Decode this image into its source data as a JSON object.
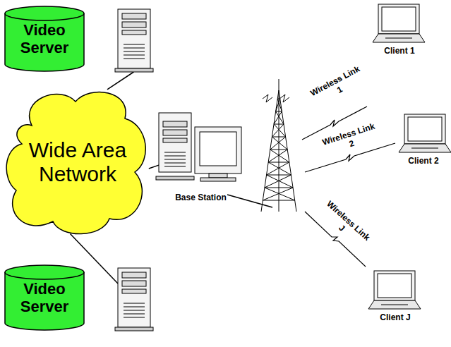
{
  "diagram": {
    "nodes": [
      {
        "text": [
          "Video Server"
        ]
      },
      {
        "text": [
          "Wide Area Network"
        ]
      },
      {
        "text": [
          "Video Server"
        ]
      },
      {
        "text": [
          "Base Station"
        ]
      },
      {
        "text": [
          "Client 1"
        ]
      },
      {
        "text": [
          "Client 2"
        ]
      },
      {
        "text": [
          "Client J"
        ]
      }
    ],
    "edges": [
      {
        "from": 0,
        "to": 1,
        "arrow": "none"
      },
      {
        "from": 1,
        "to": 2,
        "arrow": "none"
      },
      {
        "from": 1,
        "to": 3,
        "arrow": "none"
      }
    ],
    "labels": [
      "Wireless Link 1",
      "Wireless Link 2",
      "Wireless Link J"
    ]
  }
}
